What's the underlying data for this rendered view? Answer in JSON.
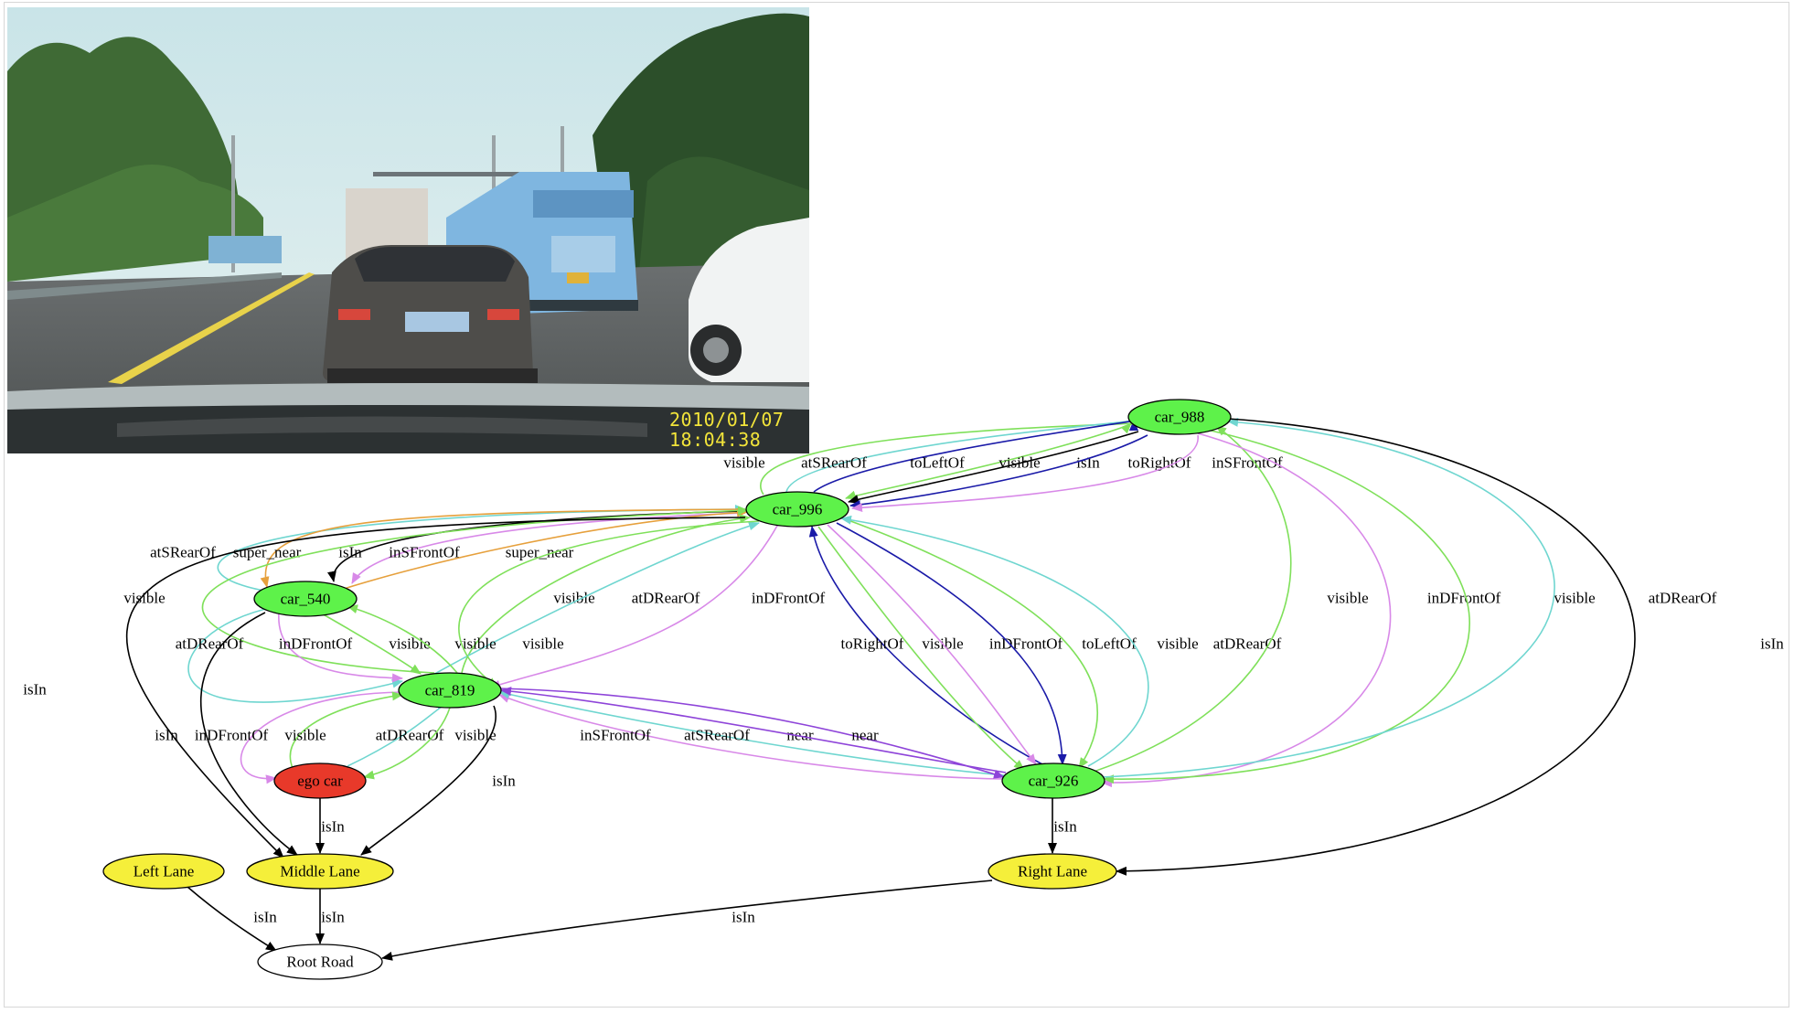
{
  "photo": {
    "timestamp_date": "2010/01/07",
    "timestamp_time": "18:04:38"
  },
  "colors": {
    "car_node": "#5ef24a",
    "ego_node": "#e8392a",
    "lane_node": "#f5ef3a",
    "road_node": "#ffffff",
    "visible": "#7fe05a",
    "atSRearOf": "#6fd6d0",
    "atDRearOf": "#6fd6d0",
    "inDFrontOf": "#d889e8",
    "inSFrontOf": "#d889e8",
    "super_near": "#e6a03c",
    "near": "#8e44d9",
    "toLeftOf": "#1a1aa8",
    "toRightOf": "#1a1aa8",
    "isIn": "#000000"
  },
  "nodes": [
    {
      "id": "car_988",
      "label": "car_988",
      "kind": "car"
    },
    {
      "id": "car_996",
      "label": "car_996",
      "kind": "car"
    },
    {
      "id": "car_540",
      "label": "car_540",
      "kind": "car"
    },
    {
      "id": "car_819",
      "label": "car_819",
      "kind": "car"
    },
    {
      "id": "ego",
      "label": "ego car",
      "kind": "ego"
    },
    {
      "id": "car_926",
      "label": "car_926",
      "kind": "car"
    },
    {
      "id": "left_lane",
      "label": "Left Lane",
      "kind": "lane"
    },
    {
      "id": "middle_lane",
      "label": "Middle Lane",
      "kind": "lane"
    },
    {
      "id": "right_lane",
      "label": "Right Lane",
      "kind": "lane"
    },
    {
      "id": "root_road",
      "label": "Root Road",
      "kind": "road"
    }
  ],
  "edges": [
    {
      "from": "car_996",
      "to": "car_988",
      "label": "visible",
      "rel": "visible"
    },
    {
      "from": "car_996",
      "to": "car_988",
      "label": "atSRearOf",
      "rel": "atSRearOf"
    },
    {
      "from": "car_996",
      "to": "car_988",
      "label": "toLeftOf",
      "rel": "toLeftOf"
    },
    {
      "from": "car_988",
      "to": "car_996",
      "label": "visible",
      "rel": "visible"
    },
    {
      "from": "car_988",
      "to": "car_996",
      "label": "isIn",
      "rel": "isIn"
    },
    {
      "from": "car_988",
      "to": "car_996",
      "label": "toRightOf",
      "rel": "toRightOf"
    },
    {
      "from": "car_988",
      "to": "car_996",
      "label": "inSFrontOf",
      "rel": "inSFrontOf"
    },
    {
      "from": "car_540",
      "to": "car_996",
      "label": "atSRearOf",
      "rel": "atSRearOf"
    },
    {
      "from": "car_996",
      "to": "car_540",
      "label": "super_near",
      "rel": "super_near"
    },
    {
      "from": "car_996",
      "to": "car_540",
      "label": "isIn",
      "rel": "isIn"
    },
    {
      "from": "car_996",
      "to": "car_540",
      "label": "inSFrontOf",
      "rel": "inSFrontOf"
    },
    {
      "from": "car_540",
      "to": "car_996",
      "label": "super_near",
      "rel": "super_near"
    },
    {
      "from": "car_819",
      "to": "car_996",
      "label": "visible",
      "rel": "visible"
    },
    {
      "from": "car_819",
      "to": "car_996",
      "label": "visible",
      "rel": "visible"
    },
    {
      "from": "car_819",
      "to": "car_996",
      "label": "atDRearOf",
      "rel": "atDRearOf"
    },
    {
      "from": "car_996",
      "to": "car_819",
      "label": "inDFrontOf",
      "rel": "inDFrontOf"
    },
    {
      "from": "car_926",
      "to": "car_996",
      "label": "toRightOf",
      "rel": "toRightOf"
    },
    {
      "from": "car_996",
      "to": "car_926",
      "label": "visible",
      "rel": "visible"
    },
    {
      "from": "car_996",
      "to": "car_926",
      "label": "inDFrontOf",
      "rel": "inDFrontOf"
    },
    {
      "from": "car_996",
      "to": "car_926",
      "label": "toLeftOf",
      "rel": "toLeftOf"
    },
    {
      "from": "car_996",
      "to": "car_926",
      "label": "visible",
      "rel": "visible"
    },
    {
      "from": "car_926",
      "to": "car_996",
      "label": "atDRearOf",
      "rel": "atDRearOf"
    },
    {
      "from": "car_926",
      "to": "car_988",
      "label": "visible",
      "rel": "visible"
    },
    {
      "from": "car_988",
      "to": "car_926",
      "label": "inDFrontOf",
      "rel": "inDFrontOf"
    },
    {
      "from": "car_988",
      "to": "car_926",
      "label": "visible",
      "rel": "visible"
    },
    {
      "from": "car_926",
      "to": "car_988",
      "label": "atDRearOf",
      "rel": "atDRearOf"
    },
    {
      "from": "car_988",
      "to": "right_lane",
      "label": "isIn",
      "rel": "isIn"
    },
    {
      "from": "car_540",
      "to": "car_819",
      "label": "atDRearOf",
      "rel": "atDRearOf"
    },
    {
      "from": "car_540",
      "to": "car_819",
      "label": "inDFrontOf",
      "rel": "inDFrontOf"
    },
    {
      "from": "car_540",
      "to": "car_819",
      "label": "visible",
      "rel": "visible"
    },
    {
      "from": "car_819",
      "to": "car_540",
      "label": "visible",
      "rel": "visible"
    },
    {
      "from": "car_996",
      "to": "middle_lane",
      "label": "isIn",
      "rel": "isIn"
    },
    {
      "from": "car_540",
      "to": "middle_lane",
      "label": "isIn",
      "rel": "isIn"
    },
    {
      "from": "car_819",
      "to": "ego",
      "label": "inDFrontOf",
      "rel": "inDFrontOf"
    },
    {
      "from": "ego",
      "to": "car_819",
      "label": "visible",
      "rel": "visible"
    },
    {
      "from": "ego",
      "to": "car_819",
      "label": "atDRearOf",
      "rel": "atDRearOf"
    },
    {
      "from": "car_819",
      "to": "ego",
      "label": "visible",
      "rel": "visible"
    },
    {
      "from": "car_819",
      "to": "middle_lane",
      "label": "isIn",
      "rel": "isIn"
    },
    {
      "from": "car_926",
      "to": "car_819",
      "label": "inSFrontOf",
      "rel": "inSFrontOf"
    },
    {
      "from": "car_926",
      "to": "car_819",
      "label": "atSRearOf",
      "rel": "atSRearOf"
    },
    {
      "from": "car_819",
      "to": "car_926",
      "label": "near",
      "rel": "near"
    },
    {
      "from": "car_926",
      "to": "car_819",
      "label": "near",
      "rel": "near"
    },
    {
      "from": "car_996",
      "to": "car_540",
      "label": "visible",
      "rel": "visible"
    },
    {
      "from": "ego",
      "to": "middle_lane",
      "label": "isIn",
      "rel": "isIn"
    },
    {
      "from": "car_926",
      "to": "right_lane",
      "label": "isIn",
      "rel": "isIn"
    },
    {
      "from": "left_lane",
      "to": "root_road",
      "label": "isIn",
      "rel": "isIn"
    },
    {
      "from": "middle_lane",
      "to": "root_road",
      "label": "isIn",
      "rel": "isIn"
    },
    {
      "from": "right_lane",
      "to": "root_road",
      "label": "isIn",
      "rel": "isIn"
    }
  ]
}
